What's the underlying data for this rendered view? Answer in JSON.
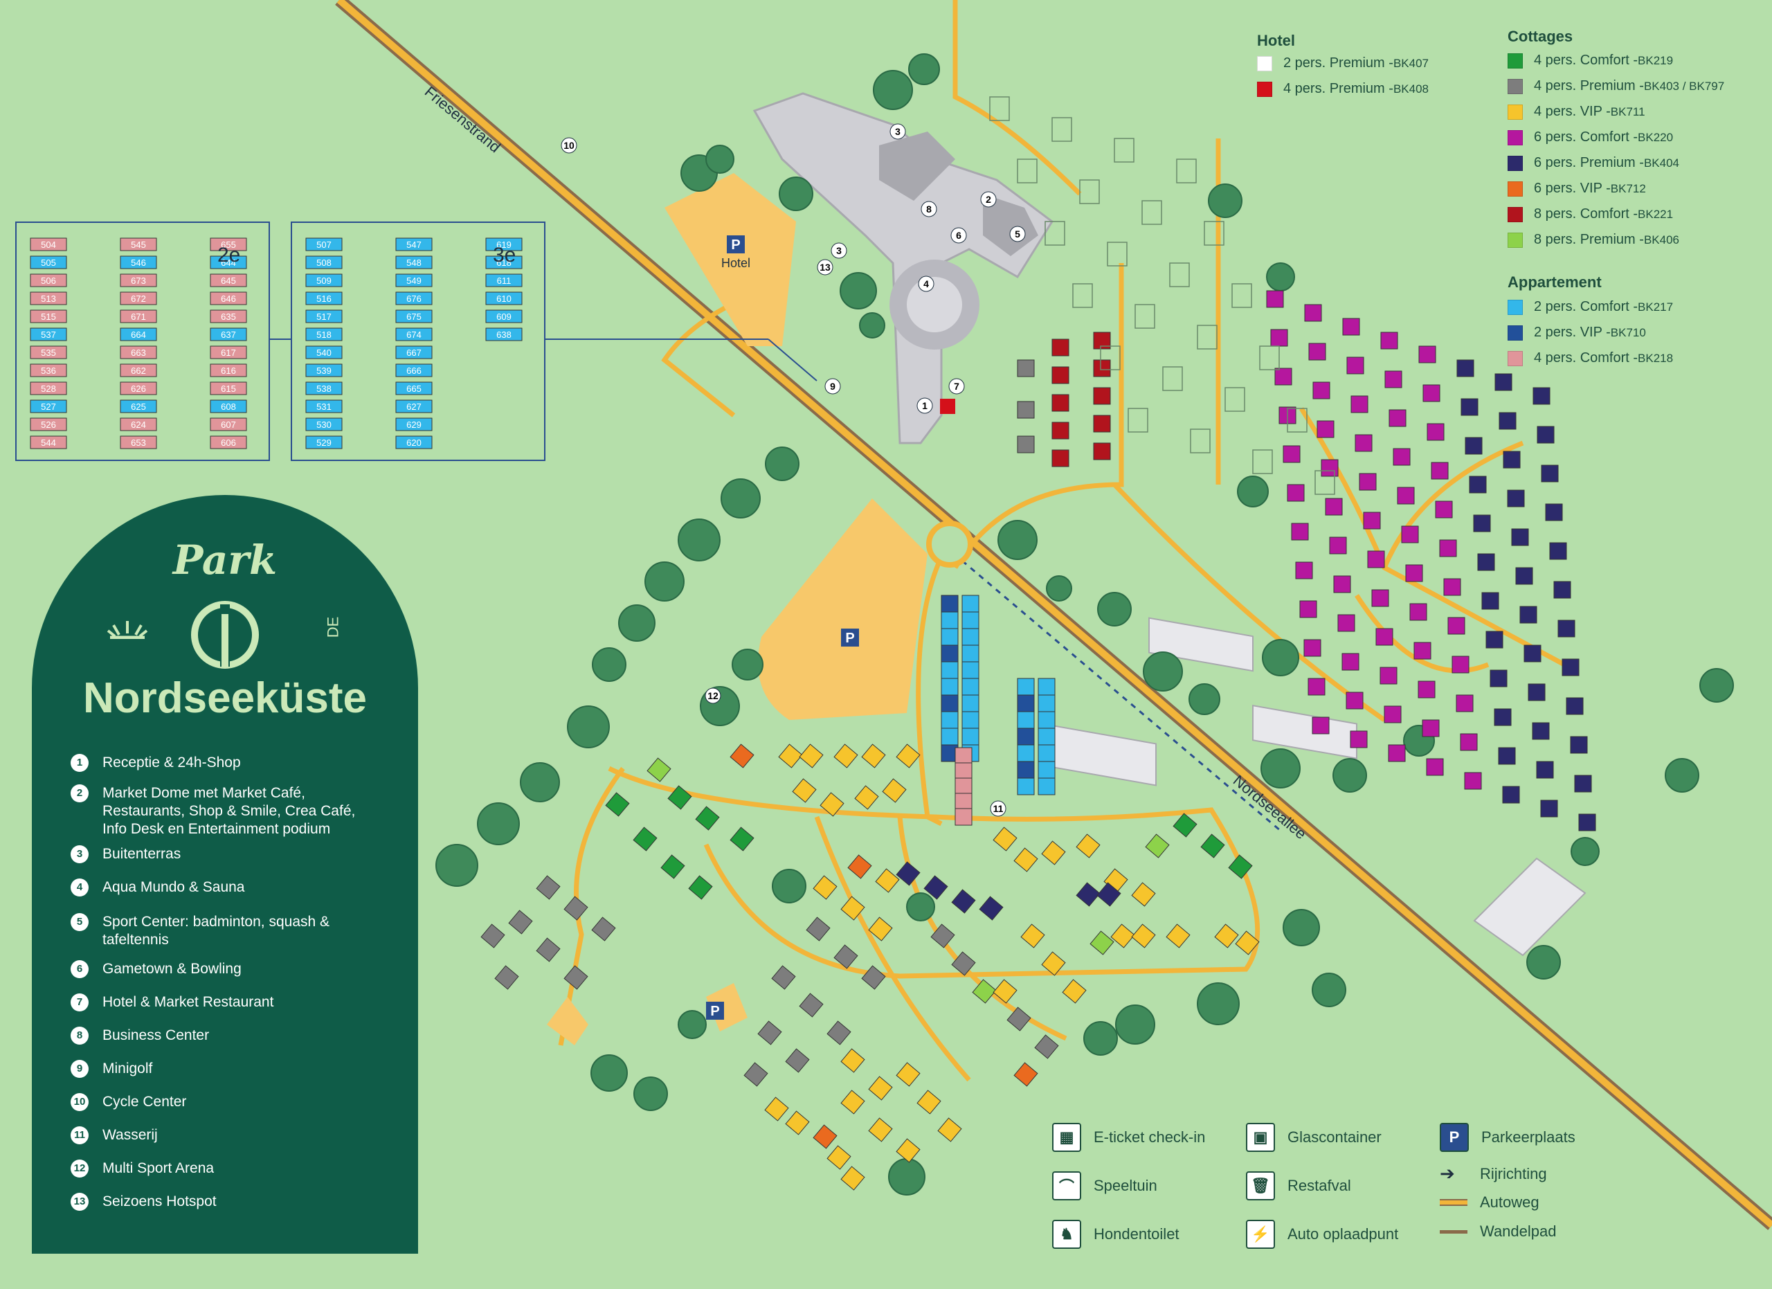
{
  "legend_hotel": {
    "heading": "Hotel",
    "items": [
      {
        "label": "2 pers. Premium - ",
        "code": "BK407",
        "color": "#ffffff"
      },
      {
        "label": "4 pers. Premium - ",
        "code": "BK408",
        "color": "#d4101a"
      }
    ]
  },
  "legend_cottages": {
    "heading": "Cottages",
    "items": [
      {
        "label": "4 pers. Comfort - ",
        "code": "BK219",
        "color": "#1f9b3a"
      },
      {
        "label": "4 pers. Premium - ",
        "code": "BK403 / BK797",
        "color": "#7d7d7d"
      },
      {
        "label": "4 pers. VIP - ",
        "code": "BK711",
        "color": "#f6c42c"
      },
      {
        "label": "6 pers. Comfort - ",
        "code": "BK220",
        "color": "#b5179e"
      },
      {
        "label": "6 pers. Premium - ",
        "code": "BK404",
        "color": "#2c2a6b"
      },
      {
        "label": "6 pers. VIP - ",
        "code": "BK712",
        "color": "#ea6a1f"
      },
      {
        "label": "8 pers. Comfort - ",
        "code": "BK221",
        "color": "#b1141d"
      },
      {
        "label": "8 pers. Premium - ",
        "code": "BK406",
        "color": "#8dd24a"
      }
    ]
  },
  "legend_appartement": {
    "heading": "Appartement",
    "items": [
      {
        "label": "2 pers. Comfort - ",
        "code": "BK217",
        "color": "#33b7ea"
      },
      {
        "label": "2 pers. VIP - ",
        "code": "BK710",
        "color": "#22509a"
      },
      {
        "label": "4 pers. Comfort - ",
        "code": "BK218",
        "color": "#e0959a"
      }
    ]
  },
  "brand": {
    "park": "Park",
    "name": "Nordseeküste",
    "country": "DE"
  },
  "poi_list": [
    {
      "num": "1",
      "text": "Receptie & 24h-Shop"
    },
    {
      "num": "2",
      "text": "Market Dome met Market Café, Restaurants, Shop & Smile, Crea Café, Info Desk en Entertainment podium"
    },
    {
      "num": "3",
      "text": "Buitenterras"
    },
    {
      "num": "4",
      "text": "Aqua Mundo & Sauna"
    },
    {
      "num": "5",
      "text": "Sport Center: badminton, squash & tafeltennis"
    },
    {
      "num": "6",
      "text": "Gametown & Bowling"
    },
    {
      "num": "7",
      "text": "Hotel & Market Restaurant"
    },
    {
      "num": "8",
      "text": "Business Center"
    },
    {
      "num": "9",
      "text": "Minigolf"
    },
    {
      "num": "10",
      "text": "Cycle Center"
    },
    {
      "num": "11",
      "text": "Wasserij"
    },
    {
      "num": "12",
      "text": "Multi Sport Arena"
    },
    {
      "num": "13",
      "text": "Seizoens Hotspot"
    }
  ],
  "symbols": [
    {
      "label": "E-ticket check-in",
      "icon": "qr-ticket-icon",
      "glyph": "▦"
    },
    {
      "label": "Speeltuin",
      "icon": "playground-slide-icon",
      "glyph": "⌒"
    },
    {
      "label": "Hondentoilet",
      "icon": "dog-toilet-icon",
      "glyph": "♞"
    },
    {
      "label": "Glascontainer",
      "icon": "glass-container-icon",
      "glyph": "▣"
    },
    {
      "label": "Restafval",
      "icon": "trash-bin-icon",
      "glyph": "🗑"
    },
    {
      "label": "Auto oplaadpunt",
      "icon": "ev-charge-icon",
      "glyph": "⚡"
    },
    {
      "label": "Parkeerplaats",
      "icon": "parking-icon",
      "glyph": "P"
    },
    {
      "label": "Rijrichting",
      "icon": "direction-arrow-icon",
      "glyph": "➔"
    },
    {
      "label": "Autoweg",
      "icon": "car-road-line-icon",
      "glyph": ""
    },
    {
      "label": "Wandelpad",
      "icon": "footpath-line-icon",
      "glyph": ""
    }
  ],
  "map_labels": {
    "road_north": "Friesenstrand",
    "road_east": "Nordseeallee",
    "hotel_parking": "Hotel",
    "hotel_sign": "Hotel",
    "inset_2": "2e",
    "inset_3": "3e"
  },
  "inset_2e_numbers": [
    "504",
    "505",
    "506",
    "513",
    "515",
    "537",
    "535",
    "536",
    "528",
    "527",
    "526",
    "544",
    "545",
    "546",
    "673",
    "672",
    "671",
    "664",
    "663",
    "662",
    "626",
    "625",
    "624",
    "653",
    "655",
    "644",
    "645",
    "646",
    "635",
    "637",
    "617",
    "616",
    "615",
    "608",
    "607",
    "606"
  ],
  "inset_3e_numbers": [
    "507",
    "508",
    "509",
    "516",
    "517",
    "518",
    "540",
    "539",
    "538",
    "531",
    "530",
    "529",
    "547",
    "548",
    "549",
    "676",
    "675",
    "674",
    "667",
    "666",
    "665",
    "627",
    "629",
    "620",
    "619",
    "618",
    "611",
    "610",
    "609",
    "638"
  ],
  "colors": {
    "grass": "#b5dfaa",
    "road": "#f2b53a",
    "path": "#8a6a4a",
    "panel": "#0f5c48",
    "tree": "#3f8a5a",
    "building": "#cfcfd4"
  }
}
